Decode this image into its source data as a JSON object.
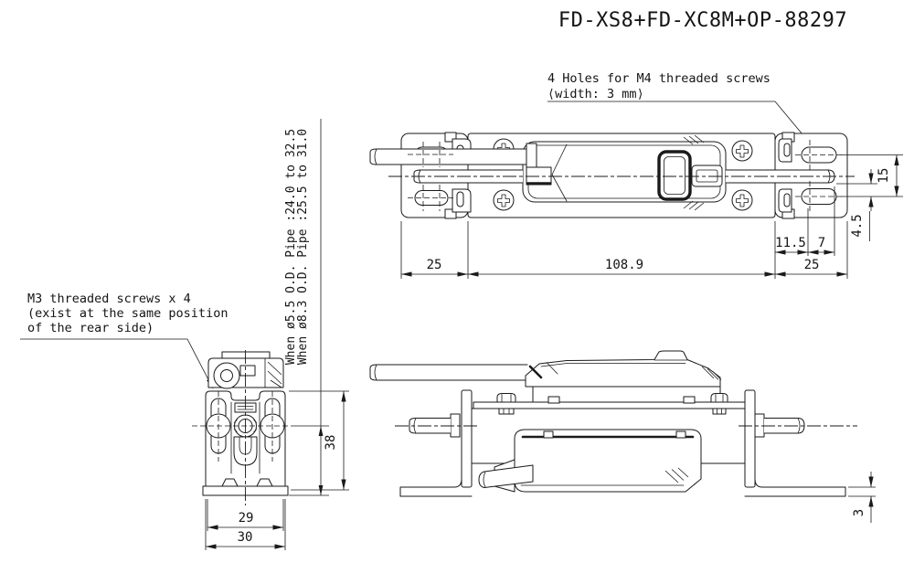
{
  "title": "FD-XS8+FD-XC8M+OP-88297",
  "colors": {
    "line": "#1a1a1a",
    "background": "#ffffff"
  },
  "notes": {
    "m4_holes": {
      "line1": "4 Holes for M4 threaded screws",
      "line2": "⟨width: 3 mm⟩"
    },
    "m3_screws": {
      "line1": "M3 threaded screws x 4",
      "line2": "(exist at the same position",
      "line3": "of the rear side)"
    },
    "pipe_range": {
      "line1": "When ø5.5 O.D. Pipe :24.0 to 32.5",
      "line2": "When ø8.3 O.D. Pipe :25.5 to 31.0"
    }
  },
  "dimensions": {
    "top_view": {
      "left_bracket": "25",
      "body": "108.9",
      "right_bracket": "25",
      "slot_offset": "11.5",
      "slot_width": "7",
      "hole_pitch": "15",
      "pipe_to_slot": "4.5"
    },
    "front_view": {
      "height": "38",
      "hole_span": "29",
      "bracket_width": "30"
    },
    "side_view": {
      "plate_thickness": "3"
    }
  }
}
